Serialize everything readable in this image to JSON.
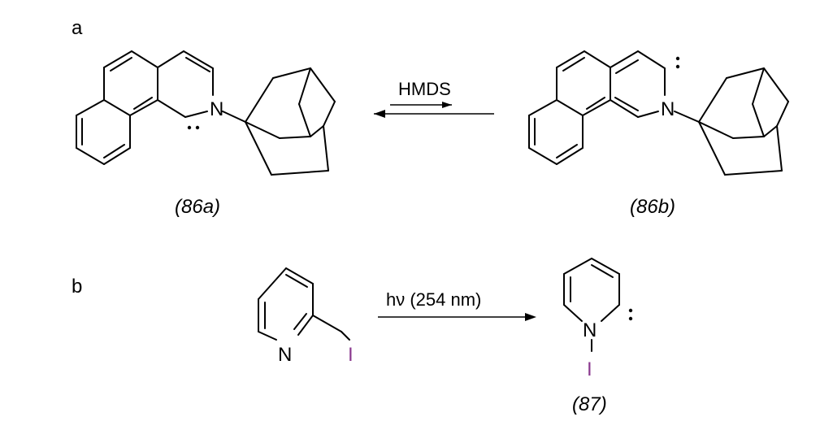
{
  "panels": {
    "a": {
      "label": "a",
      "reagent": "HMDS",
      "left_compound": "(86a)",
      "right_compound": "(86b)",
      "atom_n": "N"
    },
    "b": {
      "label": "b",
      "conditions": "hν (254 nm)",
      "reactant_n": "N",
      "reactant_i": "I",
      "product_n": "N",
      "product_i": "I",
      "product_compound": "(87)"
    }
  },
  "colors": {
    "bond": "#000000",
    "iodine": "#8b3a8f"
  }
}
